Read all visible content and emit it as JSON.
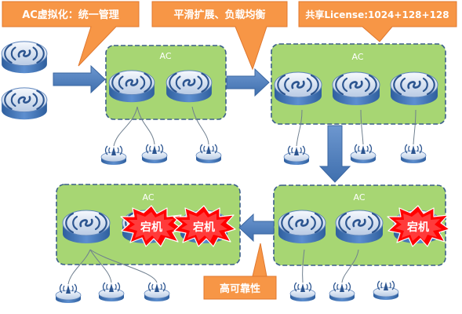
{
  "callouts": {
    "virtualization": "AC虚拟化：统一管理",
    "scaling": "平滑扩展、负载均衡",
    "license": "共享License:1024+128+128",
    "reliability": "高可靠性"
  },
  "groups": {
    "top_left": {
      "label": "AC"
    },
    "top_right": {
      "label": "AC"
    },
    "bottom_right": {
      "label": "AC"
    },
    "bottom_left": {
      "label": "AC"
    }
  },
  "failure_label": "宕机",
  "colors": {
    "callout_orange": "#f79646",
    "group_fill": "#a7d673",
    "group_border": "#3b5f8a",
    "arrow_blue": "#4f81bd",
    "router_blue": "#4f7fc2",
    "burst_red": "#ff0000"
  },
  "icons": {
    "controller": "wireless-controller-icon",
    "access_point": "access-point-icon",
    "failure": "failure-burst-icon"
  }
}
